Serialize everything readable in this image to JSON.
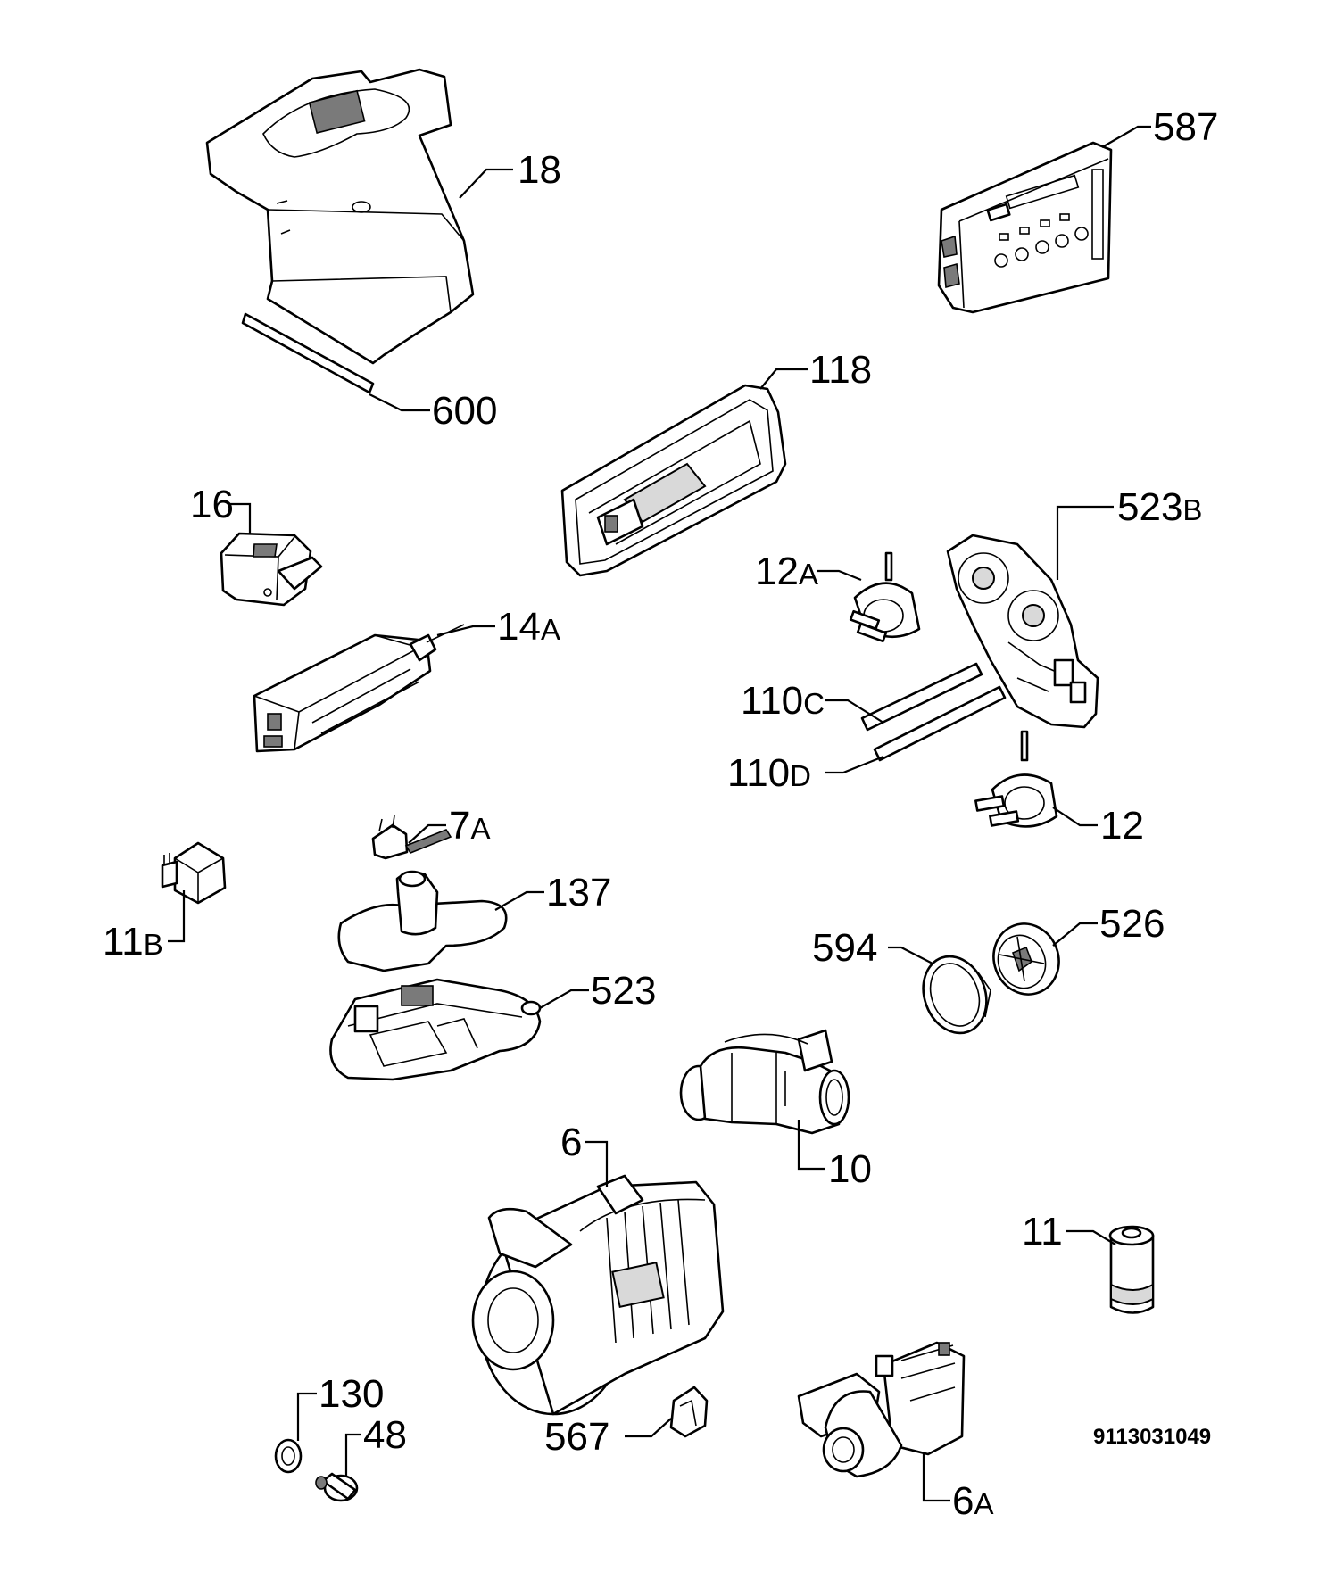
{
  "diagram_code": "9113031049",
  "parts": [
    {
      "id": "p18",
      "number": "18",
      "suffix": "",
      "icon": "upper-duct-cover-icon"
    },
    {
      "id": "p600",
      "number": "600",
      "suffix": "",
      "icon": "rubber-strip-icon"
    },
    {
      "id": "p587",
      "number": "587",
      "suffix": "",
      "icon": "electronic-control-board-icon"
    },
    {
      "id": "p118",
      "number": "118",
      "suffix": "",
      "icon": "control-panel-housing-icon"
    },
    {
      "id": "p16",
      "number": "16",
      "suffix": "",
      "icon": "switch-icon"
    },
    {
      "id": "p14a",
      "number": "14",
      "suffix": "A",
      "icon": "module-icon"
    },
    {
      "id": "p523b",
      "number": "523",
      "suffix": "B",
      "icon": "pressure-switch-bracket-icon"
    },
    {
      "id": "p12a",
      "number": "12",
      "suffix": "A",
      "icon": "pressure-switch-icon"
    },
    {
      "id": "p110c",
      "number": "110",
      "suffix": "C",
      "icon": "hose-icon"
    },
    {
      "id": "p110d",
      "number": "110",
      "suffix": "D",
      "icon": "hose-icon"
    },
    {
      "id": "p12",
      "number": "12",
      "suffix": "",
      "icon": "pressure-switch-icon"
    },
    {
      "id": "p7a",
      "number": "7",
      "suffix": "A",
      "icon": "float-switch-icon"
    },
    {
      "id": "p11b",
      "number": "11",
      "suffix": "B",
      "icon": "relay-icon"
    },
    {
      "id": "p137",
      "number": "137",
      "suffix": "",
      "icon": "float-cover-icon"
    },
    {
      "id": "p594",
      "number": "594",
      "suffix": "",
      "icon": "seal-ring-icon"
    },
    {
      "id": "p526",
      "number": "526",
      "suffix": "",
      "icon": "impeller-icon"
    },
    {
      "id": "p523",
      "number": "523",
      "suffix": "",
      "icon": "float-housing-icon"
    },
    {
      "id": "p10",
      "number": "10",
      "suffix": "",
      "icon": "heater-icon"
    },
    {
      "id": "p6",
      "number": "6",
      "suffix": "",
      "icon": "circulation-pump-motor-icon"
    },
    {
      "id": "p11",
      "number": "11",
      "suffix": "",
      "icon": "capacitor-icon"
    },
    {
      "id": "p130",
      "number": "130",
      "suffix": "",
      "icon": "washer-icon"
    },
    {
      "id": "p48",
      "number": "48",
      "suffix": "",
      "icon": "screw-icon"
    },
    {
      "id": "p567",
      "number": "567",
      "suffix": "",
      "icon": "clip-icon"
    },
    {
      "id": "p6a",
      "number": "6",
      "suffix": "A",
      "icon": "drain-pump-icon"
    }
  ]
}
